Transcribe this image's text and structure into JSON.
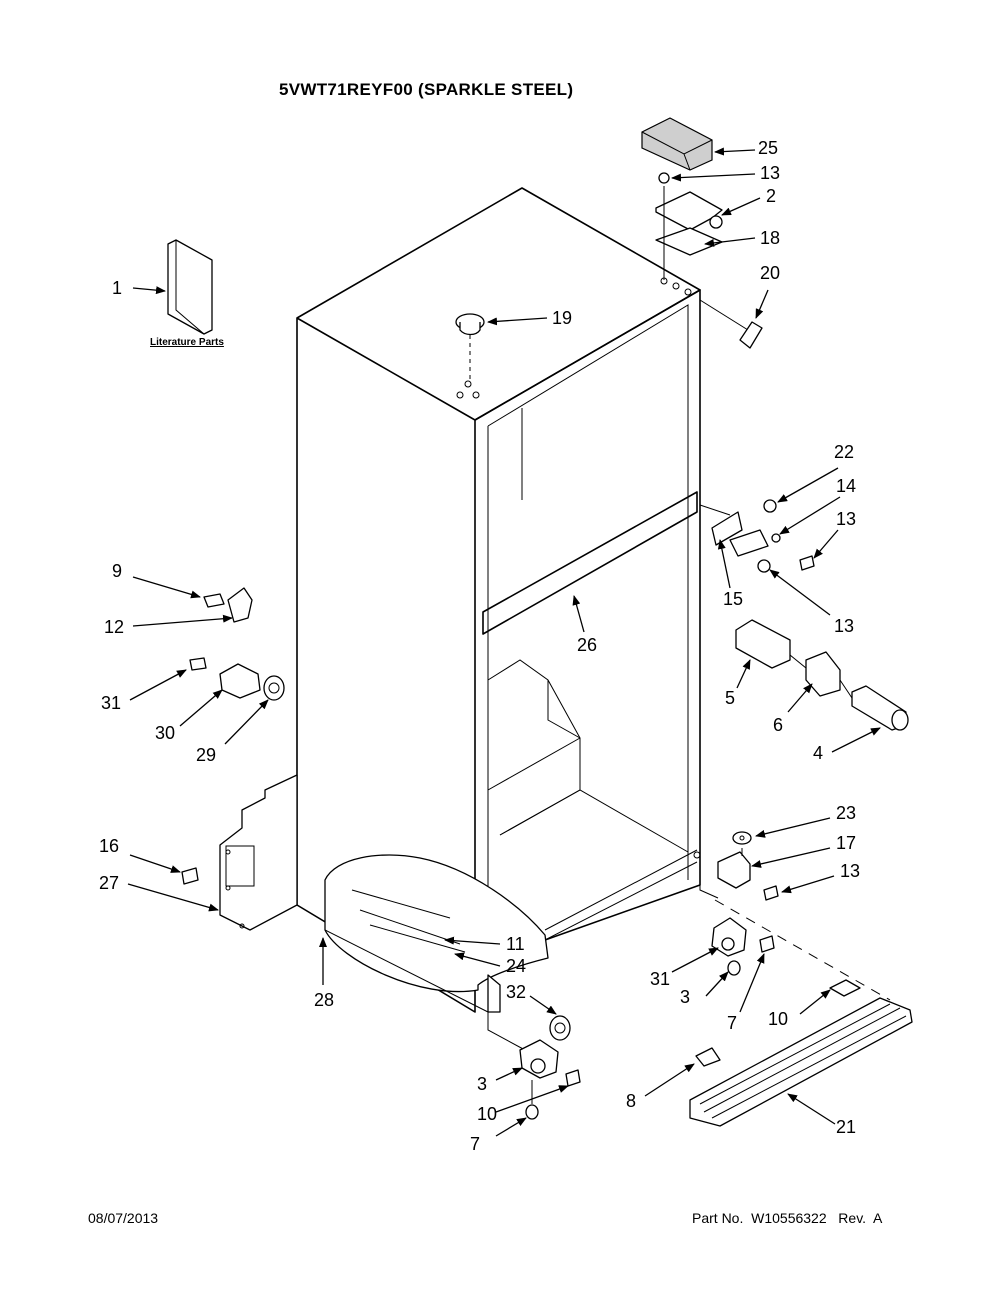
{
  "title": "5VWT71REYF00 (SPARKLE STEEL)",
  "literature_label": "Literature Parts",
  "footer": {
    "date": "08/07/2013",
    "part_number": "Part No.  W10556322   Rev.  A"
  },
  "callouts": [
    {
      "id": "c1",
      "label": "1"
    },
    {
      "id": "c25",
      "label": "25"
    },
    {
      "id": "c13a",
      "label": "13"
    },
    {
      "id": "c2",
      "label": "2"
    },
    {
      "id": "c18",
      "label": "18"
    },
    {
      "id": "c20",
      "label": "20"
    },
    {
      "id": "c19",
      "label": "19"
    },
    {
      "id": "c22",
      "label": "22"
    },
    {
      "id": "c14",
      "label": "14"
    },
    {
      "id": "c13b",
      "label": "13"
    },
    {
      "id": "c15",
      "label": "15"
    },
    {
      "id": "c13c",
      "label": "13"
    },
    {
      "id": "c26",
      "label": "26"
    },
    {
      "id": "c9",
      "label": "9"
    },
    {
      "id": "c12",
      "label": "12"
    },
    {
      "id": "c31a",
      "label": "31"
    },
    {
      "id": "c30",
      "label": "30"
    },
    {
      "id": "c29",
      "label": "29"
    },
    {
      "id": "c5",
      "label": "5"
    },
    {
      "id": "c6",
      "label": "6"
    },
    {
      "id": "c4",
      "label": "4"
    },
    {
      "id": "c23",
      "label": "23"
    },
    {
      "id": "c17",
      "label": "17"
    },
    {
      "id": "c13d",
      "label": "13"
    },
    {
      "id": "c16",
      "label": "16"
    },
    {
      "id": "c27",
      "label": "27"
    },
    {
      "id": "c11",
      "label": "11"
    },
    {
      "id": "c24",
      "label": "24"
    },
    {
      "id": "c28",
      "label": "28"
    },
    {
      "id": "c32",
      "label": "32"
    },
    {
      "id": "c3a",
      "label": "3"
    },
    {
      "id": "c10a",
      "label": "10"
    },
    {
      "id": "c7a",
      "label": "7"
    },
    {
      "id": "c31b",
      "label": "31"
    },
    {
      "id": "c3b",
      "label": "3"
    },
    {
      "id": "c7b",
      "label": "7"
    },
    {
      "id": "c10b",
      "label": "10"
    },
    {
      "id": "c8",
      "label": "8"
    },
    {
      "id": "c21",
      "label": "21"
    }
  ]
}
